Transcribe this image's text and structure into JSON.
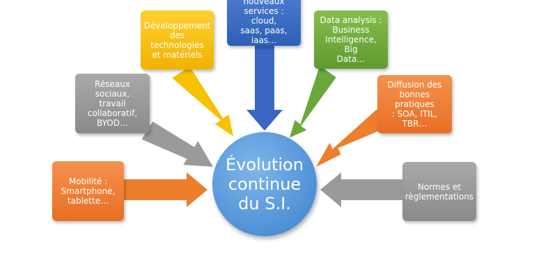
{
  "center": {
    "label": "Évolution\ncontinue\ndu S.I.",
    "color": "#5b9bd5"
  },
  "nodes": [
    {
      "id": "reseaux",
      "label": "Réseaux sociaux,\ntravail\ncollaboratif,\nBYOD…",
      "color": "#999999"
    },
    {
      "id": "developpement",
      "label": "Développement\ndes technologies\net matériels",
      "color": "#f7c11a"
    },
    {
      "id": "emergence",
      "label": "Émergence de\nnouveaux\nservices : cloud,\nsaas, paas, iaas…",
      "color": "#3f6fc4"
    },
    {
      "id": "data",
      "label": "Data analysis :\nBusiness\nIntelligence, Big\nData…",
      "color": "#70ad47"
    },
    {
      "id": "diffusion",
      "label": "Diffusion des\nbonnes pratiques\n: SOA, ITIL, TBR…",
      "color": "#ed7d31"
    },
    {
      "id": "mobilite",
      "label": "Mobilité :\nSmartphone,\ntablette…",
      "color": "#ed7d31"
    },
    {
      "id": "normes",
      "label": "Normes et\nrèglementations",
      "color": "#999999"
    }
  ]
}
